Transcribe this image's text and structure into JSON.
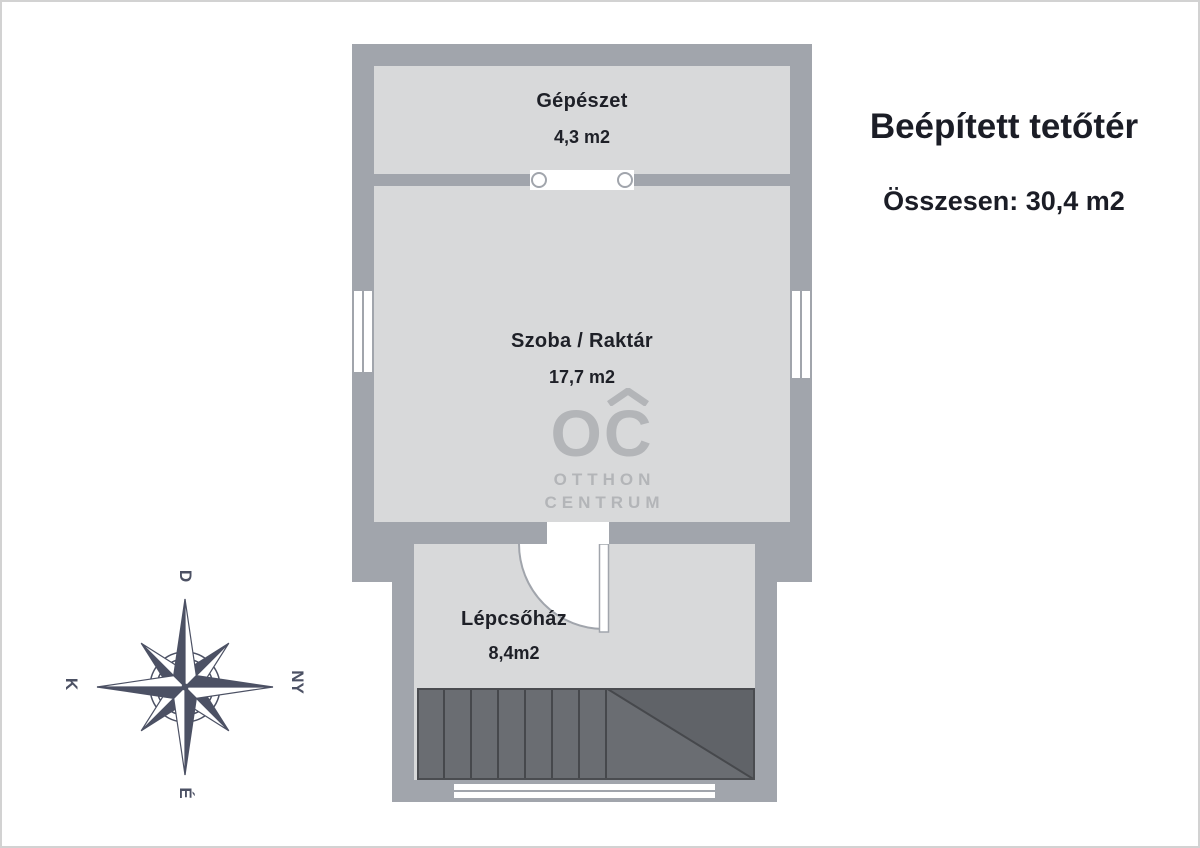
{
  "header": {
    "title": "Beépített tetőtér",
    "total": "Összesen: 30,4 m2"
  },
  "rooms": [
    {
      "name": "Gépészet",
      "area": "4,3 m2"
    },
    {
      "name": "Szoba / Raktár",
      "area": "17,7 m2"
    },
    {
      "name": "Lépcsőház",
      "area": "8,4m2"
    }
  ],
  "watermark": {
    "letters": "OC",
    "line1": "OTTHON",
    "line2": "CENTRUM"
  },
  "compass": {
    "top": "D",
    "left": "K",
    "right": "NY",
    "bottom": "É"
  },
  "colors": {
    "wall": "#a1a5ac",
    "floor": "#d8d9da",
    "stairs": "#6a6d72",
    "stairs_line": "#46484c",
    "title_text": "#1b1d26",
    "text": "#1e2027",
    "watermark": "#b3b5b8",
    "compass": "#4c5164"
  }
}
